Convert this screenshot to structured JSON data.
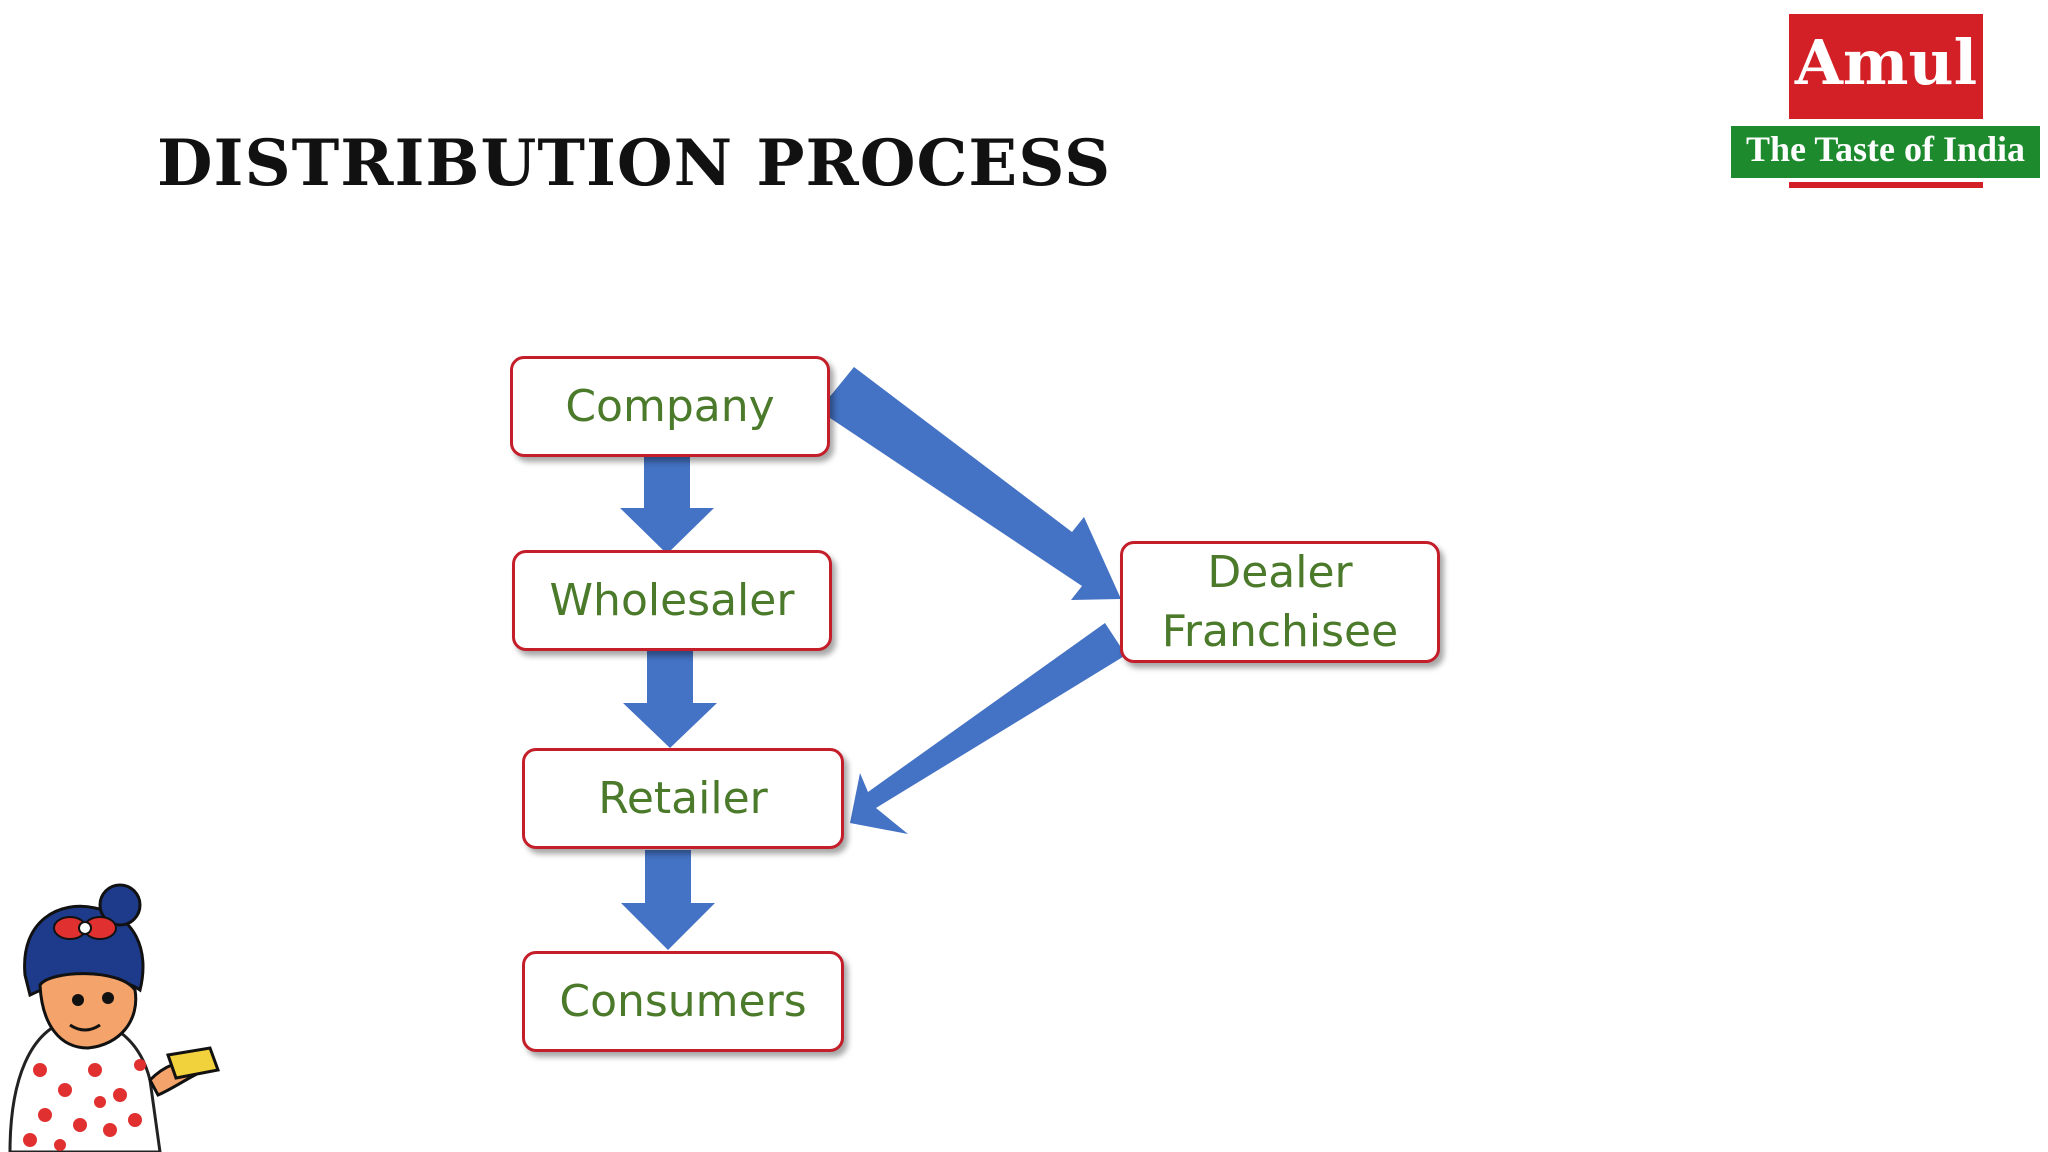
{
  "slide": {
    "title": "DISTRIBUTION PROCESS"
  },
  "logo": {
    "brand": "Amul",
    "tagline": "The Taste of India",
    "colors": {
      "red": "#d32027",
      "green": "#1e8a2e"
    }
  },
  "diagram": {
    "nodes": {
      "company": "Company",
      "wholesaler": "Wholesaler",
      "retailer": "Retailer",
      "consumers": "Consumers",
      "dealer_line1": "Dealer",
      "dealer_line2": "Franchisee"
    },
    "edges": [
      {
        "from": "company",
        "to": "wholesaler"
      },
      {
        "from": "wholesaler",
        "to": "retailer"
      },
      {
        "from": "retailer",
        "to": "consumers"
      },
      {
        "from": "company",
        "to": "dealer"
      },
      {
        "from": "dealer",
        "to": "retailer"
      }
    ],
    "colors": {
      "box_border": "#c41e2a",
      "text": "#4a7a2a",
      "arrow": "#4472c4"
    }
  },
  "decorations": {
    "mascot": "girl-mascot-illustration"
  }
}
